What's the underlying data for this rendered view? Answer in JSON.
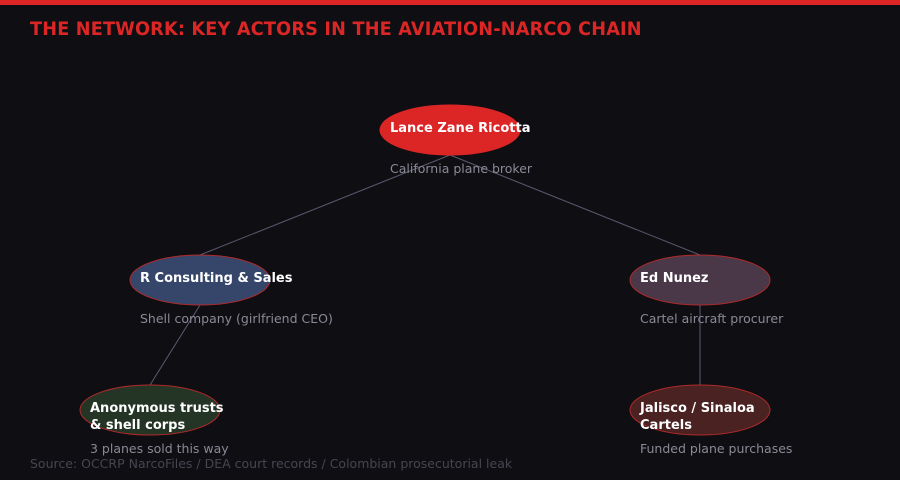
{
  "title": "THE NETWORK: KEY ACTORS IN THE AVIATION-NARCO CHAIN",
  "colors": {
    "accent": "#dc2626",
    "background": "#0e0e13",
    "link": "#5a5a6e"
  },
  "nodes": [
    {
      "id": "ricotta",
      "label": "Lance Zane Ricotta",
      "sub": "California plane broker",
      "fill": "#dc2626"
    },
    {
      "id": "rconsulting",
      "label": "R Consulting & Sales",
      "sub": "Shell company (girlfriend CEO)",
      "fill": "#36466b"
    },
    {
      "id": "nunez",
      "label": "Ed Nunez",
      "sub": "Cartel aircraft procurer",
      "fill": "#4a3748"
    },
    {
      "id": "trusts",
      "label_line1": "Anonymous trusts",
      "label_line2": "& shell corps",
      "sub": "3 planes sold this way",
      "fill": "#243526"
    },
    {
      "id": "cartels",
      "label_line1": "Jalisco / Sinaloa",
      "label_line2": "Cartels",
      "sub": "Funded plane purchases",
      "fill": "#4a2222"
    }
  ],
  "edges": [
    {
      "from": "ricotta",
      "to": "rconsulting"
    },
    {
      "from": "ricotta",
      "to": "nunez"
    },
    {
      "from": "rconsulting",
      "to": "trusts"
    },
    {
      "from": "nunez",
      "to": "cartels"
    }
  ],
  "source": "Source: OCCRP NarcoFiles / DEA court records / Colombian prosecutorial leak"
}
